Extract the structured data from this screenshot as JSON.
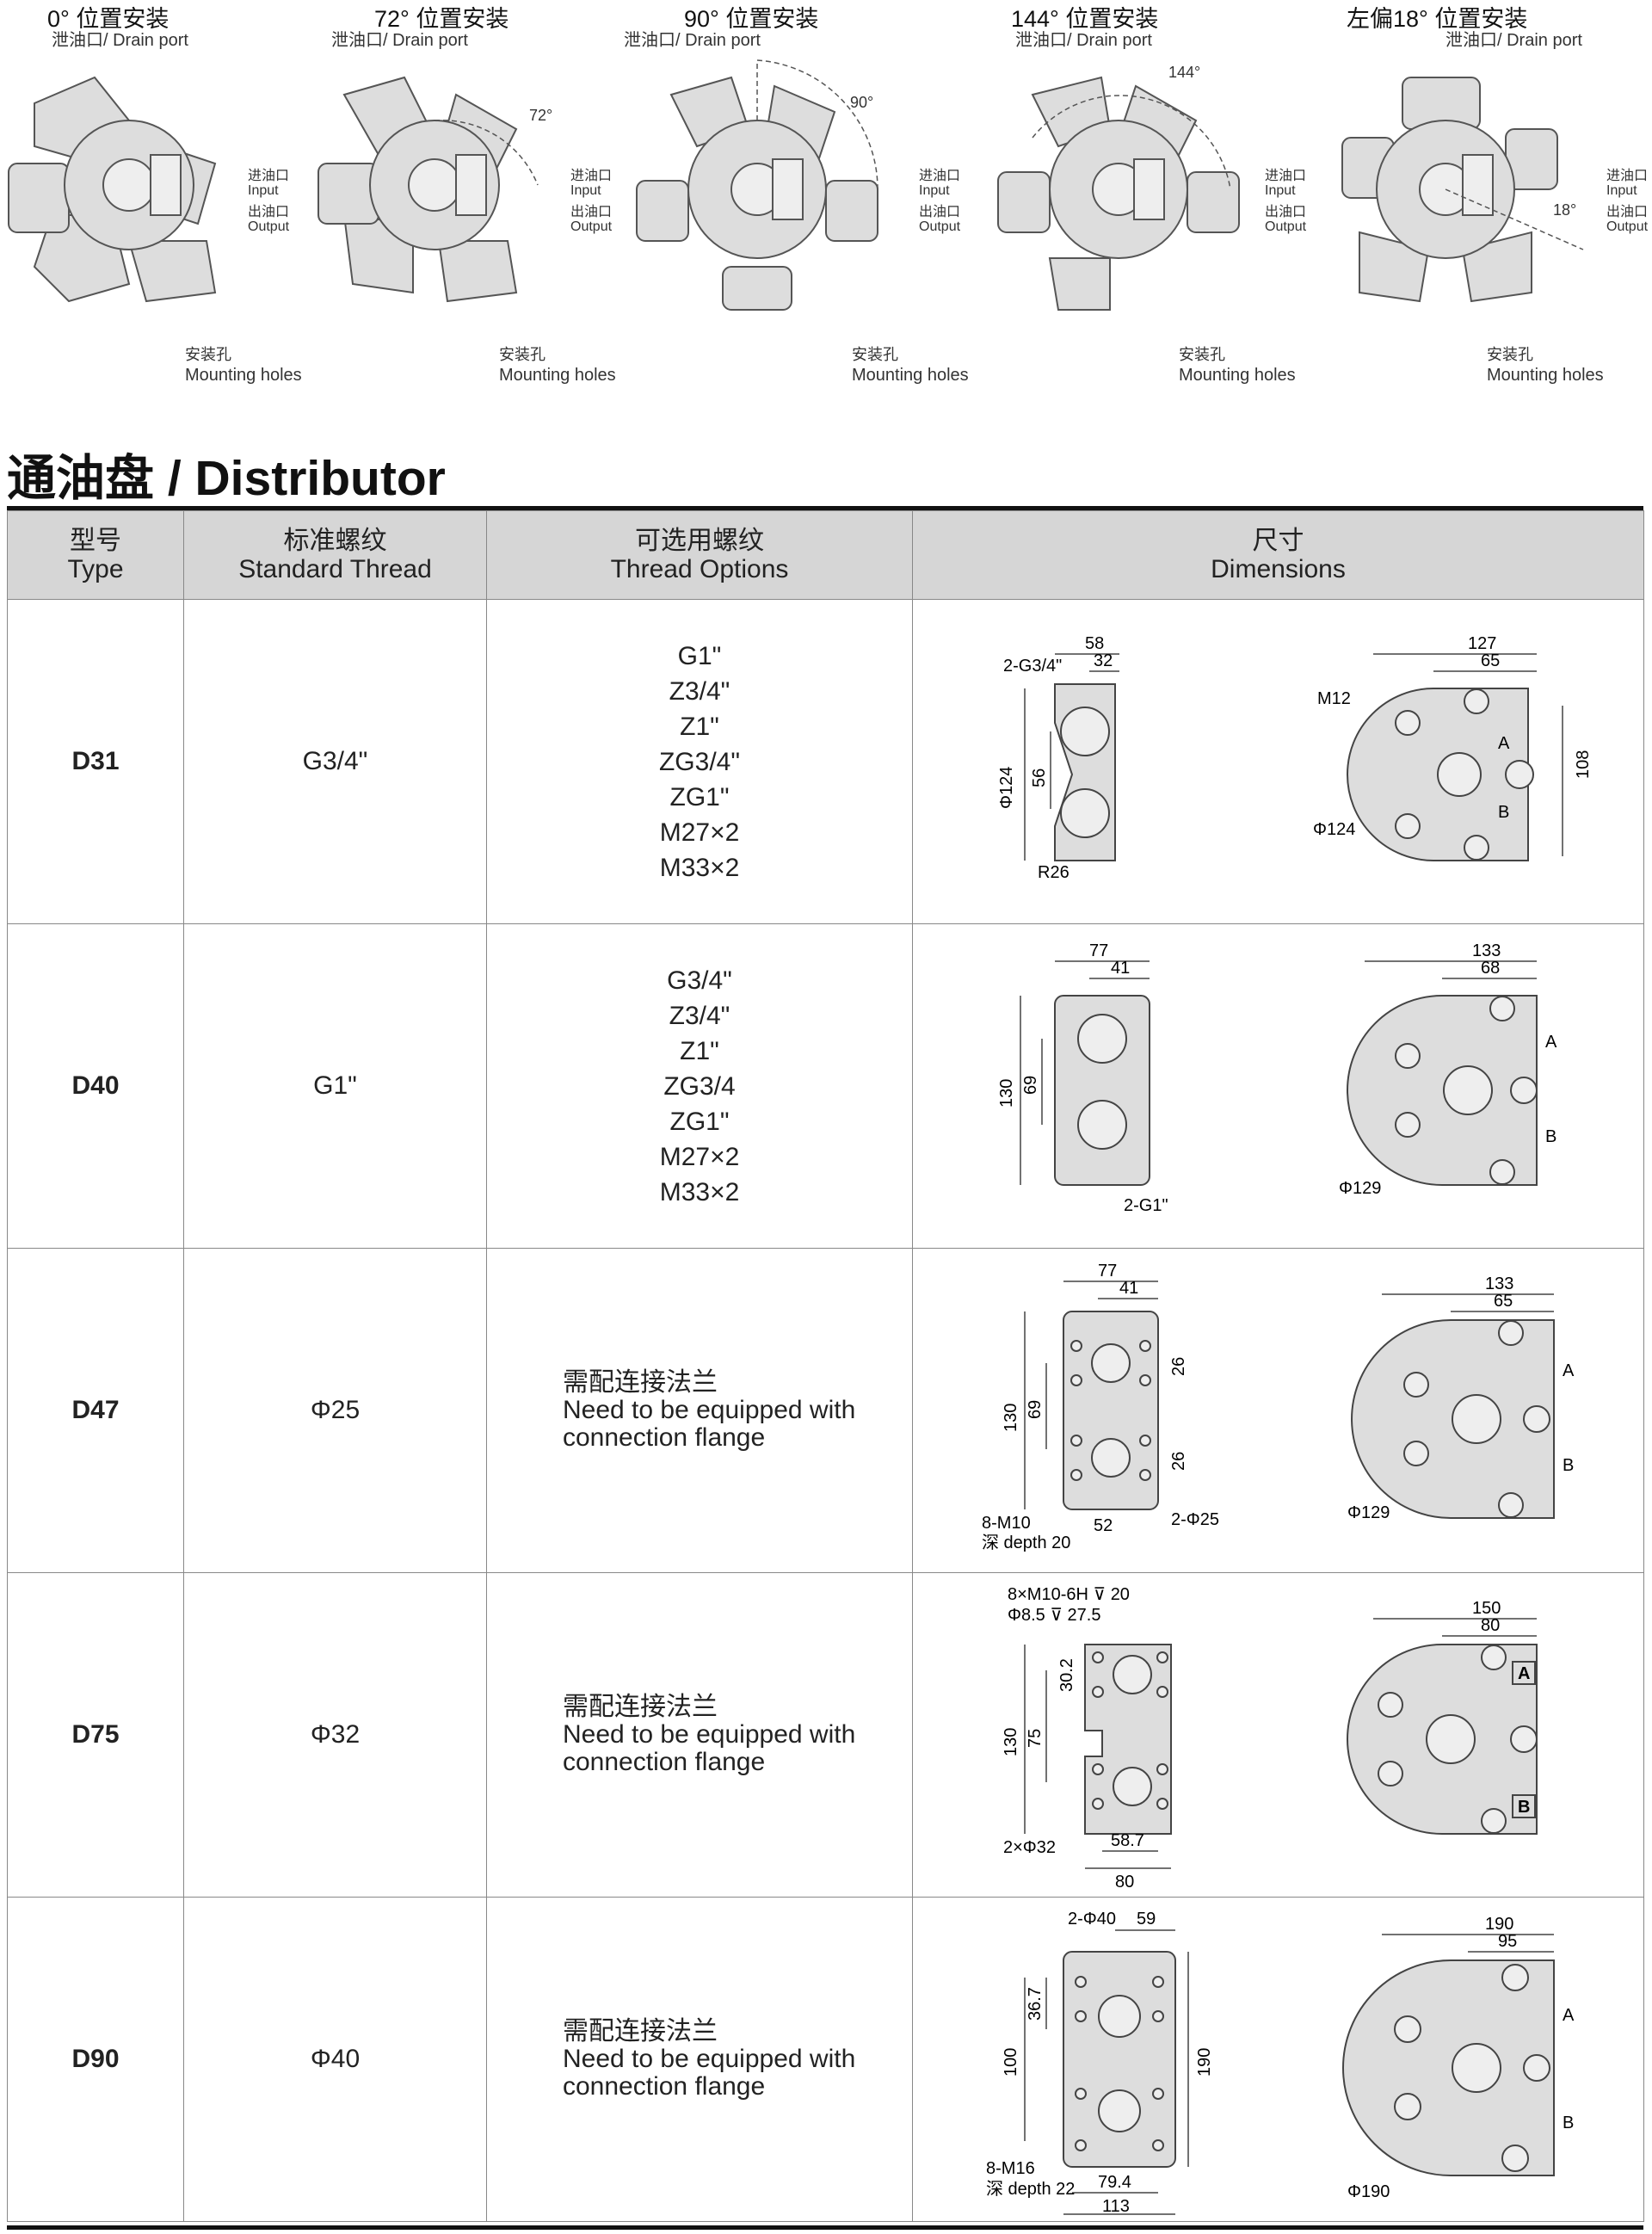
{
  "mounting_views": [
    {
      "title": "0°  位置安装",
      "drain": "泄油口/ Drain port",
      "angle": ""
    },
    {
      "title": "72°  位置安装",
      "drain": "泄油口/ Drain port",
      "angle": "72°"
    },
    {
      "title": "90°  位置安装",
      "drain": "泄油口/ Drain port",
      "angle": "90°"
    },
    {
      "title": "144°  位置安装",
      "drain": "泄油口/ Drain port",
      "angle": "144°"
    },
    {
      "title": "左偏18°  位置安装",
      "drain": "泄油口/ Drain port",
      "angle": "18°"
    }
  ],
  "port_labels": {
    "input_cn": "进油口",
    "input_en": "Input",
    "output_cn": "出油口",
    "output_en": "Output",
    "a": "A",
    "b": "B"
  },
  "mounting_holes": {
    "cn": "安装孔",
    "en": "Mounting holes"
  },
  "section_title": "通油盘 / Distributor",
  "table": {
    "headers": [
      {
        "cn": "型号",
        "en": "Type"
      },
      {
        "cn": "标准螺纹",
        "en": "Standard Thread"
      },
      {
        "cn": "可选用螺纹",
        "en": "Thread Options"
      },
      {
        "cn": "尺寸",
        "en": "Dimensions"
      }
    ],
    "rows": [
      {
        "type": "D31",
        "standard": "G3/4\"",
        "options": [
          "G1\"",
          "Z3/4\"",
          "Z1\"",
          "ZG3/4\"",
          "ZG1\"",
          "M27×2",
          "M33×2"
        ],
        "dims": {
          "w1": "58",
          "w2": "32",
          "port": "2-G3/4\"",
          "h1": "Φ124",
          "h2": "56",
          "r": "R26",
          "w3": "127",
          "w4": "65",
          "m": "M12",
          "d": "Φ124",
          "h3": "108"
        }
      },
      {
        "type": "D40",
        "standard": "G1\"",
        "options": [
          "G3/4\"",
          "Z3/4\"",
          "Z1\"",
          "ZG3/4",
          "ZG1\"",
          "M27×2",
          "M33×2"
        ],
        "dims": {
          "w1": "77",
          "w2": "41",
          "h1": "130",
          "h2": "69",
          "port": "2-G1\"",
          "w3": "133",
          "w4": "68",
          "d": "Φ129"
        }
      },
      {
        "type": "D47",
        "standard": "Φ25",
        "flange_cn": "需配连接法兰",
        "flange_en1": "Need to be equipped with",
        "flange_en2": "connection flange",
        "dims": {
          "w1": "77",
          "w2": "41",
          "h1": "130",
          "h2": "69",
          "s1": "26",
          "s2": "26",
          "w5": "52",
          "bolt": "8-M10",
          "depth": "深 depth 20",
          "port": "2-Φ25",
          "w3": "133",
          "w4": "65",
          "d": "Φ129"
        }
      },
      {
        "type": "D75",
        "standard": "Φ32",
        "flange_cn": "需配连接法兰",
        "flange_en1": "Need to be equipped with",
        "flange_en2": "connection flange",
        "dims": {
          "bolt": "8×M10-6H ⊽ 20",
          "bolt2": "Φ8.5 ⊽ 27.5",
          "h1": "130",
          "h2": "75",
          "s1": "30.2",
          "port": "2×Φ32",
          "w5": "58.7",
          "w1": "80",
          "w3": "150",
          "w4": "80"
        }
      },
      {
        "type": "D90",
        "standard": "Φ40",
        "flange_cn": "需配连接法兰",
        "flange_en1": "Need to be equipped with",
        "flange_en2": "connection flange",
        "dims": {
          "port": "2-Φ40",
          "w2": "59",
          "s1": "36.7",
          "h2": "100",
          "h1": "190",
          "bolt": "8-M16",
          "depth": "深 depth 22",
          "w5": "79.4",
          "w1": "113",
          "w3": "190",
          "w4": "95",
          "d": "Φ190"
        }
      }
    ]
  }
}
